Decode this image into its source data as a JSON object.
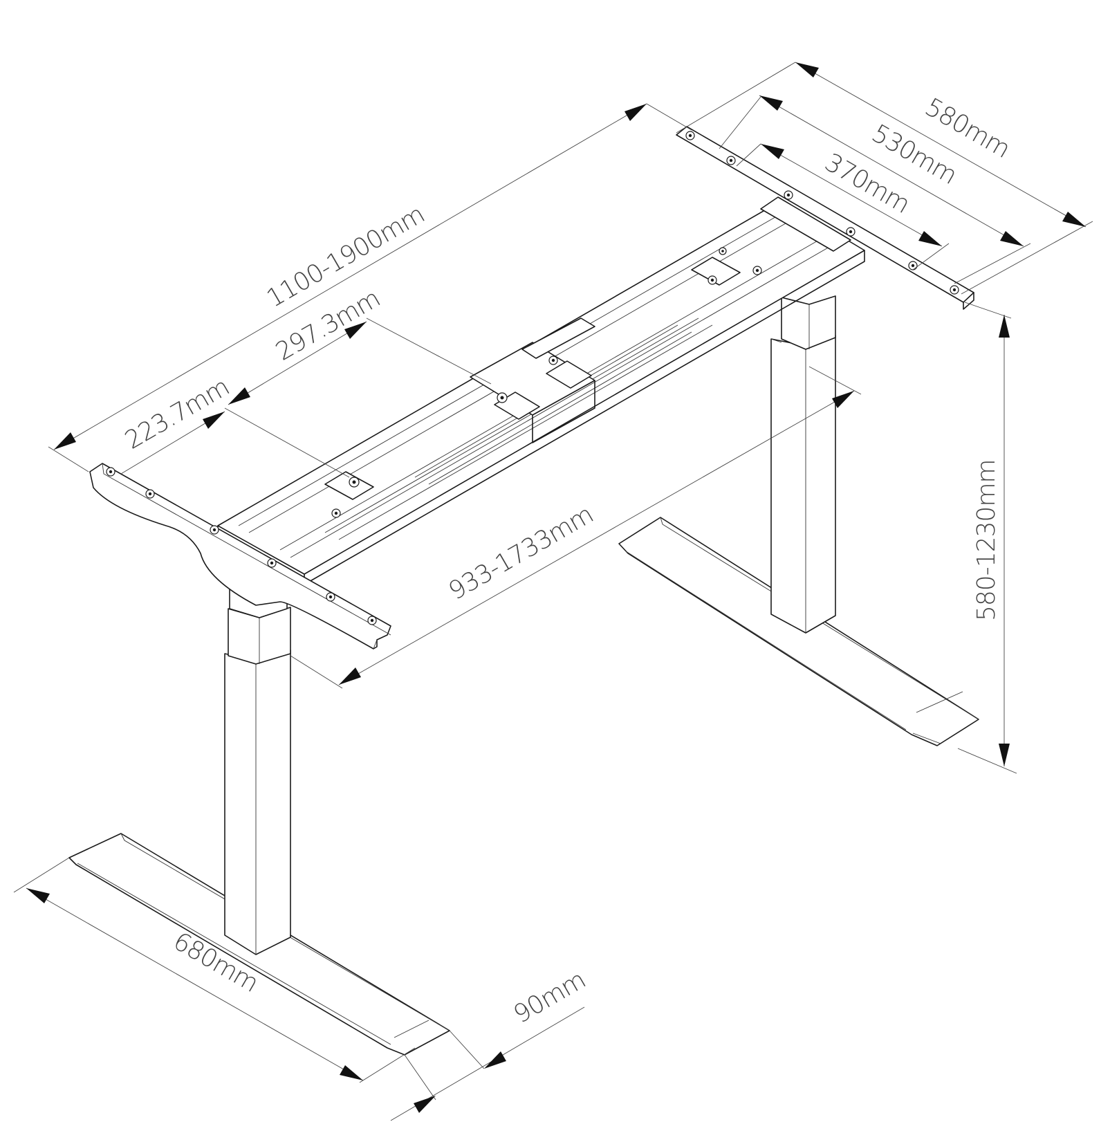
{
  "dimensions": {
    "total_depth": "580mm",
    "top_bracket_depth": "530mm",
    "base_mount_depth": "370mm",
    "frame_width": "1100-1900mm",
    "beam_offset": "297.3mm",
    "bracket_offset": "223.7mm",
    "inner_width": "933-1733mm",
    "height": "580-1230mm",
    "foot_length": "680mm",
    "foot_width": "90mm"
  },
  "colors": {
    "line": "#1a1a1a",
    "dimension": "#444444",
    "background": "#ffffff"
  }
}
